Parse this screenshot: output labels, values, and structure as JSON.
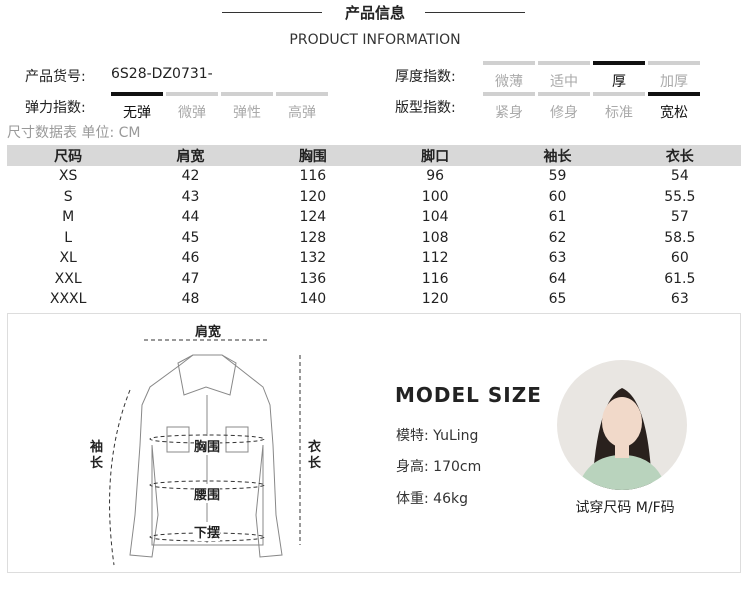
{
  "header": {
    "title": "产品信息",
    "subtitle": "PRODUCT INFORMATION"
  },
  "info": {
    "item_no_label": "产品货号:",
    "item_no": "6S28-DZ0731-",
    "elasticity": {
      "label": "弹力指数:",
      "options": [
        "无弹",
        "微弹",
        "弹性",
        "高弹"
      ],
      "selected": 0
    },
    "thickness": {
      "label": "厚度指数:",
      "options": [
        "微薄",
        "适中",
        "厚",
        "加厚"
      ],
      "selected": 2
    },
    "fit": {
      "label": "版型指数:",
      "options": [
        "紧身",
        "修身",
        "标准",
        "宽松"
      ],
      "selected": 3
    }
  },
  "size_table": {
    "unit_label": "尺寸数据表 单位: CM",
    "headers": [
      "尺码",
      "肩宽",
      "胸围",
      "脚口",
      "袖长",
      "衣长"
    ],
    "rows": [
      [
        "XS",
        "42",
        "116",
        "96",
        "59",
        "54"
      ],
      [
        "S",
        "43",
        "120",
        "100",
        "60",
        "55.5"
      ],
      [
        "M",
        "44",
        "124",
        "104",
        "61",
        "57"
      ],
      [
        "L",
        "45",
        "128",
        "108",
        "62",
        "58.5"
      ],
      [
        "XL",
        "46",
        "132",
        "112",
        "63",
        "60"
      ],
      [
        "XXL",
        "47",
        "136",
        "116",
        "64",
        "61.5"
      ],
      [
        "XXXL",
        "48",
        "140",
        "120",
        "65",
        "63"
      ]
    ]
  },
  "diagram": {
    "shoulder": "肩宽",
    "chest": "胸围",
    "waist": "腰围",
    "hem": "下摆",
    "sleeve": "袖长",
    "length": "衣长"
  },
  "model": {
    "title": "MODEL SIZE",
    "name": "模特: YuLing",
    "height": "身高: 170cm",
    "weight": "体重: 46kg",
    "caption": "试穿尺码 M/F码"
  }
}
